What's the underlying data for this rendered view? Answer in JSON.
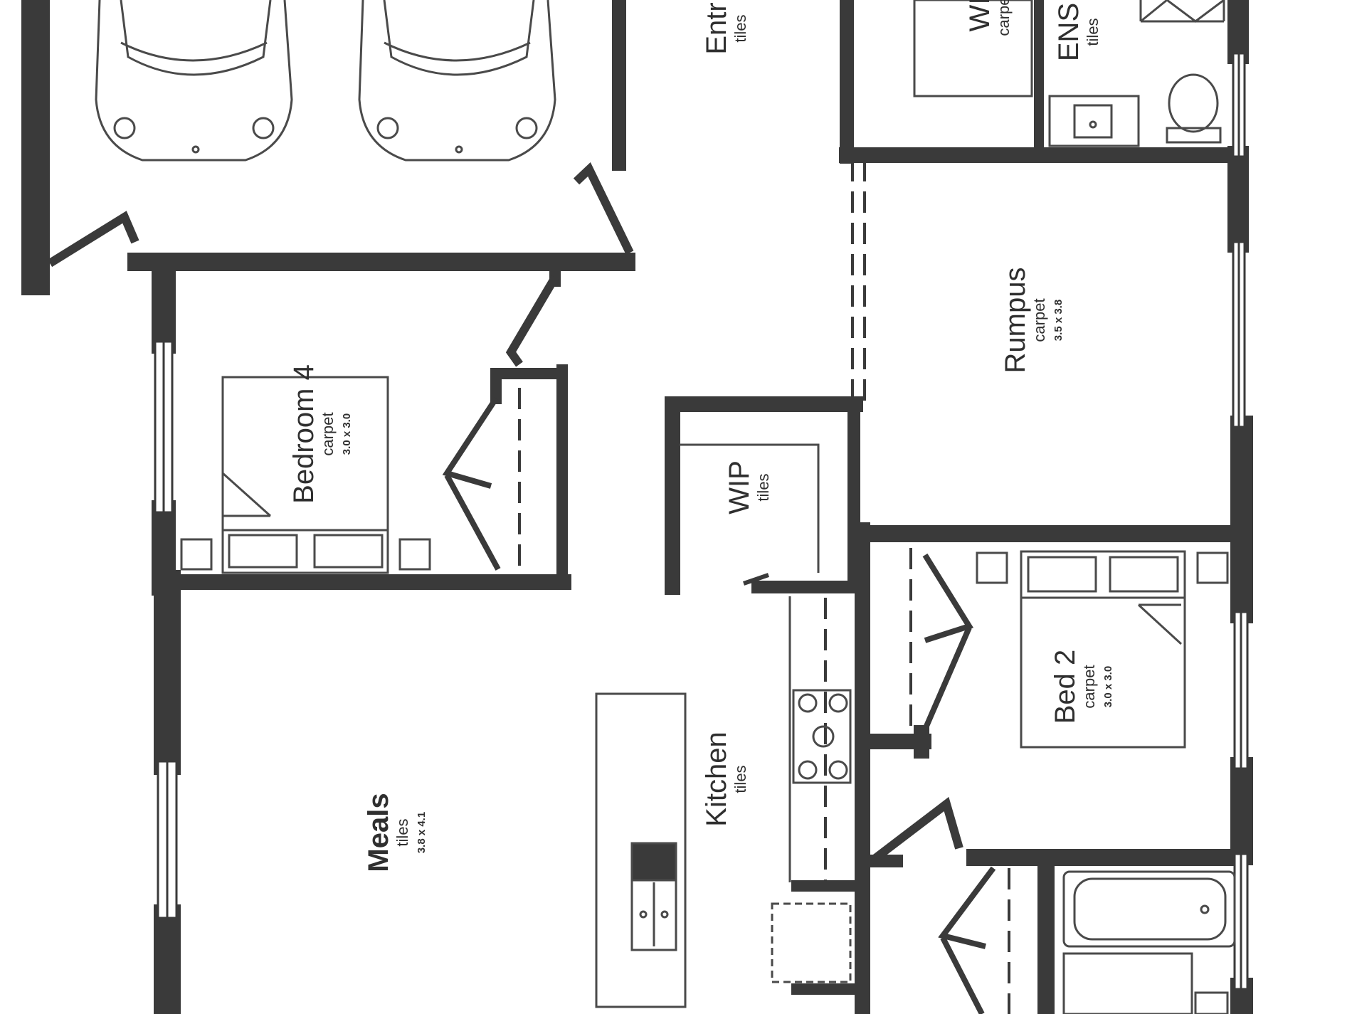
{
  "rooms": {
    "entry": {
      "name": "Entr",
      "finish": "tiles"
    },
    "wir": {
      "name": "WI",
      "finish": "carpet"
    },
    "ensuite": {
      "name": "ENS",
      "finish": "tiles"
    },
    "rumpus": {
      "name": "Rumpus",
      "finish": "carpet",
      "dims": "3.5 x 3.8"
    },
    "bedroom4": {
      "name": "Bedroom 4",
      "finish": "carpet",
      "dims": "3.0 x 3.0"
    },
    "wip": {
      "name": "WIP",
      "finish": "tiles"
    },
    "bed2": {
      "name": "Bed 2",
      "finish": "carpet",
      "dims": "3.0 x 3.0"
    },
    "kitchen": {
      "name": "Kitchen",
      "finish": "tiles"
    },
    "meals": {
      "name": "Meals",
      "finish": "tiles",
      "dims": "3.8 x 4.1"
    }
  },
  "colors": {
    "wall": "#3a3a3a",
    "fixture": "#4a4a4a",
    "background": "#ffffff"
  }
}
